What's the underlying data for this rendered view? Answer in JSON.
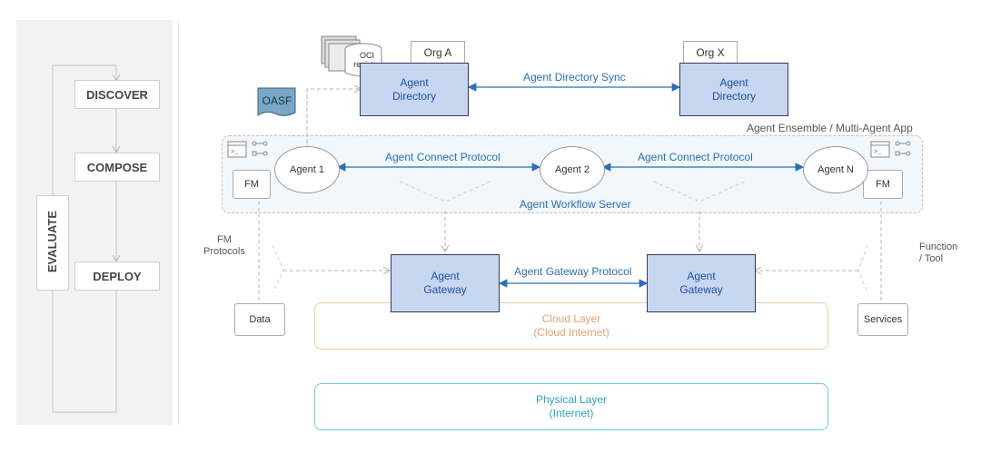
{
  "stages": {
    "discover": "DISCOVER",
    "compose": "COMPOSE",
    "deploy": "DEPLOY",
    "evaluate": "EVALUATE"
  },
  "registry": {
    "line1": "OCI",
    "line2": "registry"
  },
  "oasf": "OASF",
  "orgs": {
    "left": "Org A",
    "right": "Org X"
  },
  "directory": {
    "line1": "Agent",
    "line2": "Directory"
  },
  "sync_label": "Agent Directory Sync",
  "ensemble_label": "Agent Ensemble / Multi-Agent App",
  "agents": {
    "a1": "Agent 1",
    "a2": "Agent 2",
    "an": "Agent N"
  },
  "connect_label": "Agent Connect Protocol",
  "fm": "FM",
  "workflow_server": "Agent Workflow Server",
  "fm_protocols": {
    "line1": "FM",
    "line2": "Protocols"
  },
  "function_tool": {
    "line1": "Function",
    "line2": "/ Tool"
  },
  "gateway": {
    "line1": "Agent",
    "line2": "Gateway"
  },
  "gateway_protocol": "Agent Gateway Protocol",
  "data": "Data",
  "services": "Services",
  "cloud_layer": {
    "line1": "Cloud Layer",
    "line2": "(Cloud Internet)"
  },
  "physical_layer": {
    "line1": "Physical Layer",
    "line2": "(Internet)"
  },
  "colors": {
    "accent_blue": "#2b6fb6",
    "box_fill": "#c7d7f0",
    "cloud": "#e8a070",
    "physical": "#2aa4b5"
  }
}
